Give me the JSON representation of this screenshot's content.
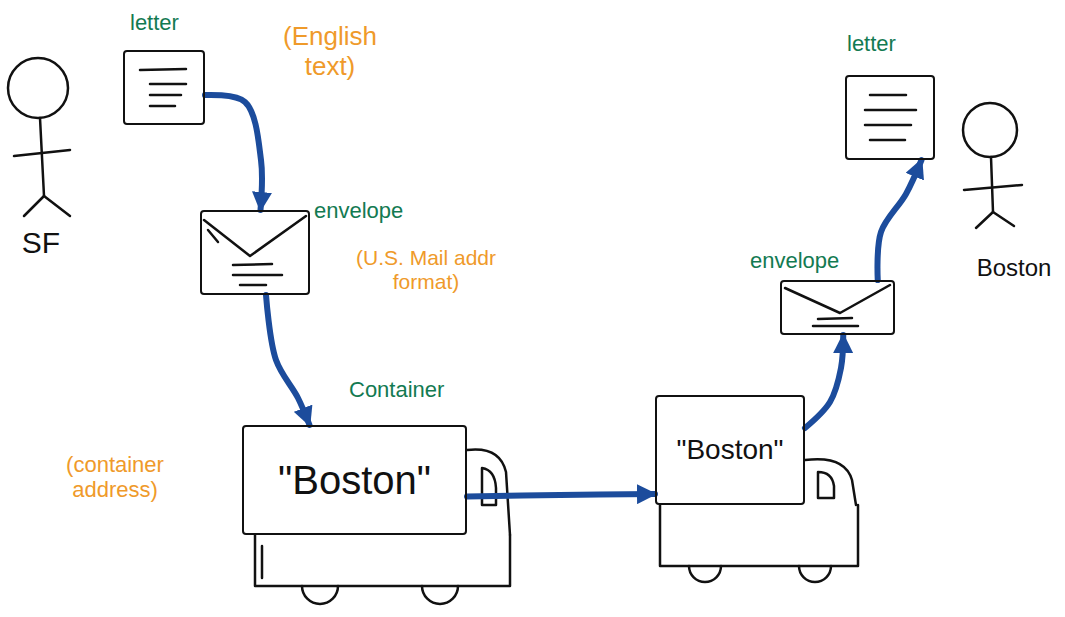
{
  "diagram": {
    "nodes": [
      {
        "text": [
          "letter"
        ]
      },
      {
        "text": [
          "envelope"
        ]
      },
      {
        "text": [
          "Container",
          "\"Boston\""
        ]
      },
      {
        "text": [
          "\"Boston\""
        ]
      },
      {
        "text": [
          "envelope"
        ]
      },
      {
        "text": [
          "letter"
        ]
      }
    ],
    "edges": [
      {
        "from": 0,
        "to": 1,
        "arrow": "to"
      },
      {
        "from": 1,
        "to": 2,
        "arrow": "to"
      },
      {
        "from": 2,
        "to": 3,
        "arrow": "to"
      },
      {
        "from": 3,
        "to": 4,
        "arrow": "to"
      },
      {
        "from": 4,
        "to": 5,
        "arrow": "to"
      }
    ],
    "labels": [
      "(English text)",
      "(U.S. Mail addr format)",
      "(container address)",
      "SF",
      "Boston"
    ]
  }
}
